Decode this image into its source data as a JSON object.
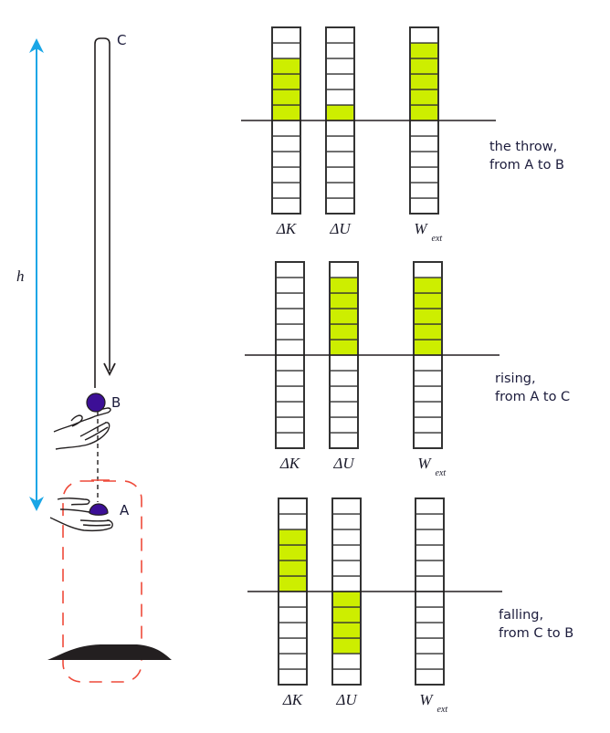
{
  "colors": {
    "fill": "#cdee00",
    "empty": "#ffffff",
    "outline": "#333333",
    "ball": "#3c0f96",
    "height_arrow": "#1aa6e6",
    "system_boundary": "#ee4a3a",
    "ground": "#231f20"
  },
  "left_figure": {
    "height_label": "h",
    "point_labels": {
      "A": "A",
      "B": "B",
      "C": "C"
    }
  },
  "bar_units_per_side": 6,
  "chart_data": {
    "type": "bar",
    "title": "Energy bar charts for a ball thrown up and caught",
    "categories": [
      "ΔK",
      "ΔU",
      "W_ext"
    ],
    "category_labels": [
      {
        "main": "ΔK",
        "sub": ""
      },
      {
        "main": "ΔU",
        "sub": ""
      },
      {
        "main": "W",
        "sub": "ext"
      }
    ],
    "ylim": [
      -6,
      6
    ],
    "panels": [
      {
        "caption_line1": "the throw,",
        "caption_line2": "from A to B",
        "values": [
          4,
          1,
          5
        ]
      },
      {
        "caption_line1": "rising,",
        "caption_line2": "from A to C",
        "values": [
          0,
          5,
          5
        ]
      },
      {
        "caption_line1": "falling,",
        "caption_line2": "from C to B",
        "values": [
          4,
          -4,
          0
        ]
      }
    ]
  }
}
